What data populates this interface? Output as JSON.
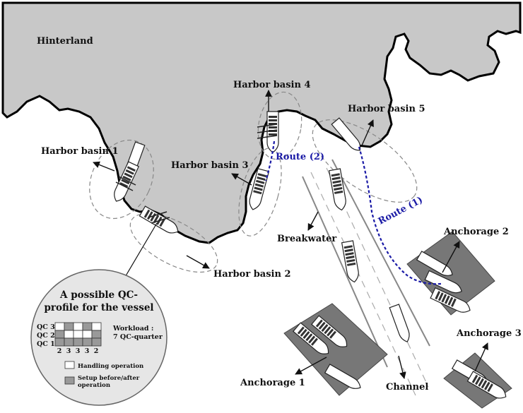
{
  "labels": {
    "hinterland": "Hinterland",
    "basin1": "Harbor basin 1",
    "basin2": "Harbor basin 2",
    "basin3": "Harbor basin 3",
    "basin4": "Harbor basin 4",
    "basin5": "Harbor basin 5",
    "route1": "Route (1)",
    "route2": "Route (2)",
    "breakwater": "Breakwater",
    "channel": "Channel",
    "anchorage1": "Anchorage 1",
    "anchorage2": "Anchorage 2",
    "anchorage3": "Anchorage 3"
  },
  "qc_profile": {
    "title_line1": "A possible QC-",
    "title_line2": "profile for the vessel",
    "rows": [
      "QC 3",
      "QC 2",
      "QC 1"
    ],
    "columns": [
      "2",
      "3",
      "3",
      "3",
      "2"
    ],
    "workload_line1": "Workload :",
    "workload_line2": "7 QC-quarter",
    "legend_handling": "Handling operation",
    "legend_setup_line1": "Setup before/after",
    "legend_setup_line2": "operation"
  },
  "colors": {
    "land": "#c8c8c8",
    "anchorage": "#777777",
    "route": "#1a1aa6",
    "bubble": "#e6e6e6"
  }
}
